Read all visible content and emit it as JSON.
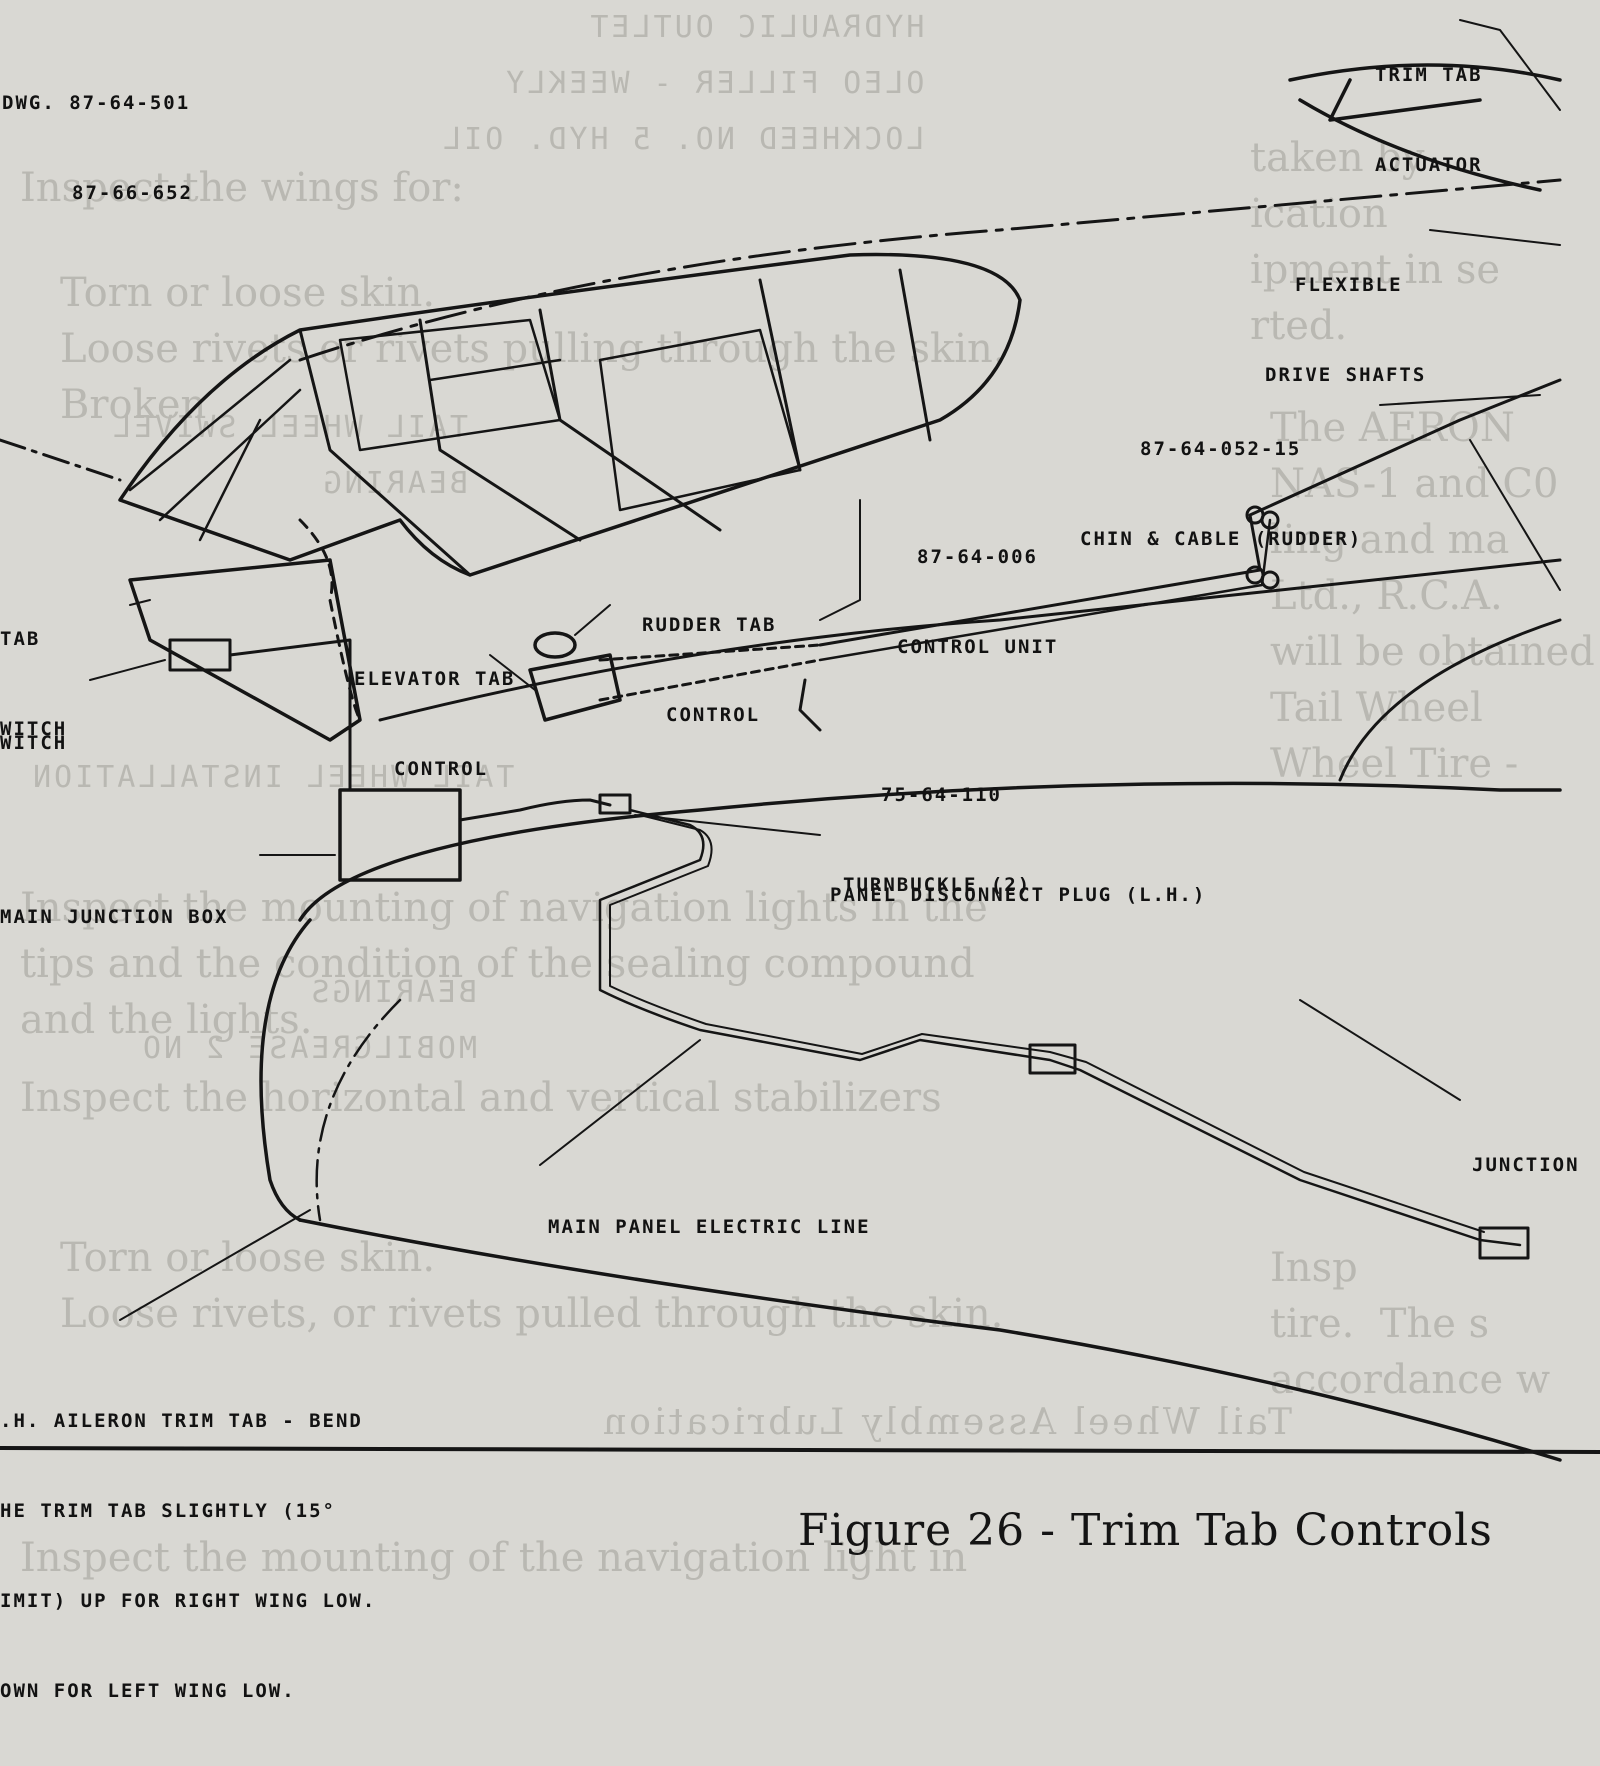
{
  "drawing_numbers": [
    "DWG. 87-64-501",
    "87-66-652"
  ],
  "labels": {
    "trim_tab_actuator": [
      "TRIM TAB",
      "ACTUATOR"
    ],
    "flexible_drive_shafts": [
      "FLEXIBLE",
      "DRIVE SHAFTS"
    ],
    "chain_cable": [
      "87-64-052-15",
      "CHIN & CABLE (RUDDER)"
    ],
    "control_unit": [
      "87-64-006",
      "CONTROL UNIT"
    ],
    "rudder_tab_control": [
      "RUDDER TAB",
      "CONTROL"
    ],
    "elevator_tab_control": [
      "ELEVATOR TAB",
      "CONTROL"
    ],
    "tab_switch": [
      "TAB",
      "WITCH"
    ],
    "switch": "WITCH",
    "turnbuckle": [
      "75-64-110",
      "TURNBUCKLE (2)"
    ],
    "main_junction_box": "MAIN JUNCTION BOX",
    "panel_disconnect_plug": "PANEL DISCONNECT PLUG (L.H.)",
    "main_panel_electric_line": "MAIN PANEL ELECTRIC LINE",
    "junction": "JUNCTION",
    "aileron_note": [
      ".H. AILERON TRIM TAB - BEND",
      "HE TRIM TAB SLIGHTLY (15°",
      "IMIT) UP FOR RIGHT WING LOW.",
      "OWN FOR LEFT WING LOW."
    ]
  },
  "caption": "Figure 26 - Trim Tab Controls",
  "colors": {
    "paper": "#d9d8d3",
    "ink": "#151515",
    "bleed_through": "#b9b8b2"
  }
}
